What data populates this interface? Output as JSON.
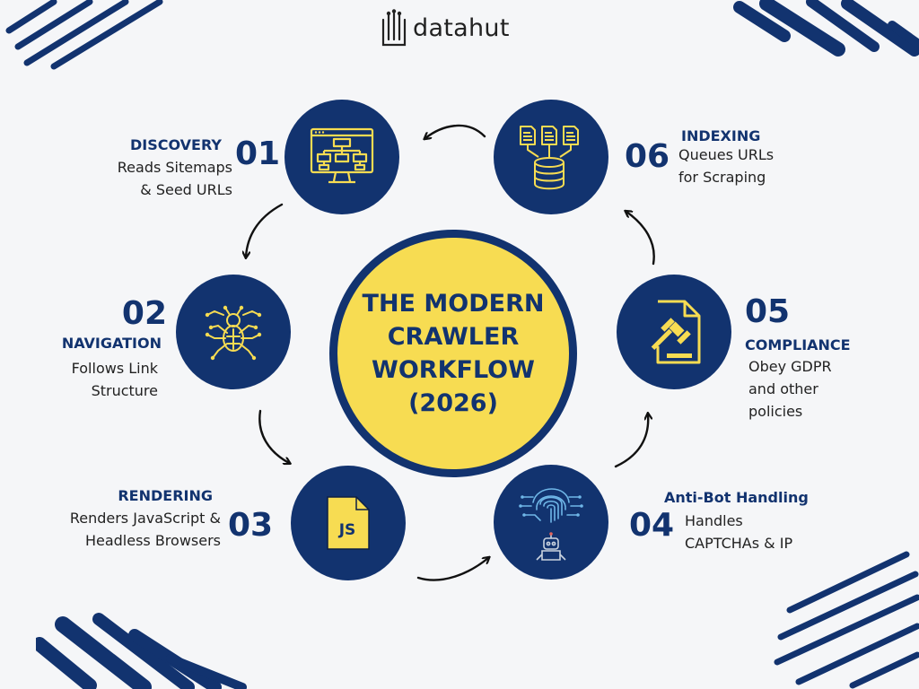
{
  "brand": {
    "name": "datahut"
  },
  "center": {
    "title": "THE MODERN\nCRAWLER\nWORKFLOW\n(2026)"
  },
  "steps": [
    {
      "number": "01",
      "title": "DISCOVERY",
      "description": "Reads Sitemaps\n& Seed URLs",
      "icon": "sitemap-monitor-icon"
    },
    {
      "number": "02",
      "title": "NAVIGATION",
      "description": "Follows Link\nStructure",
      "icon": "circuit-spider-icon"
    },
    {
      "number": "03",
      "title": "RENDERING",
      "description": "Renders JavaScript &\nHeadless Browsers",
      "icon": "javascript-file-icon"
    },
    {
      "number": "04",
      "title": "Anti-Bot Handling",
      "description": "Handles\nCAPTCHAs & IP",
      "icon": "fingerprint-robot-icon"
    },
    {
      "number": "05",
      "title": "COMPLIANCE",
      "description": "Obey GDPR\nand other\npolicies",
      "icon": "legal-gavel-document-icon"
    },
    {
      "number": "06",
      "title": "INDEXING",
      "description": "Queues URLs\nfor Scraping",
      "icon": "documents-database-icon"
    }
  ],
  "colors": {
    "navy": "#12336f",
    "yellow": "#f7dc52",
    "background": "#f5f6f8"
  }
}
